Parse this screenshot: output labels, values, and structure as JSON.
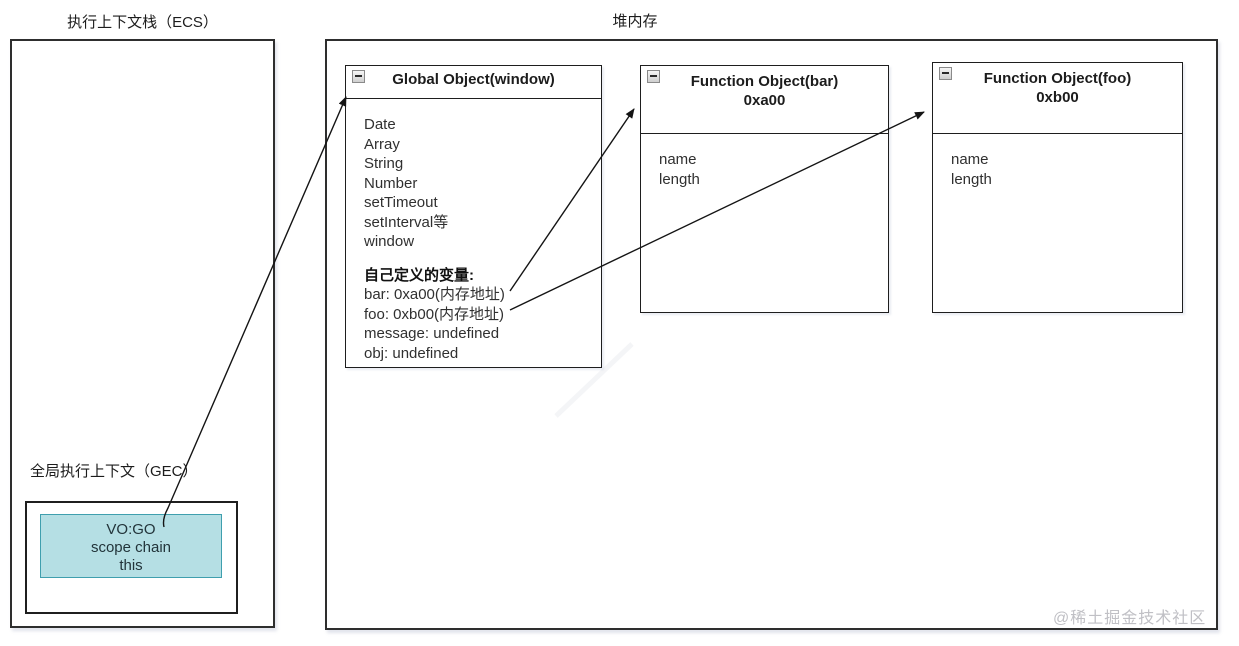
{
  "watermark": "@稀土掘金技术社区",
  "ecs": {
    "title": "执行上下文栈（ECS）",
    "gec_label": "全局执行上下文（GEC）",
    "vo_lines": [
      "VO:GO",
      "scope chain",
      "this"
    ]
  },
  "heap": {
    "title": "堆内存",
    "objects": [
      {
        "title": "Global Object(window)",
        "builtins": [
          "Date",
          "Array",
          "String",
          "Number",
          "setTimeout",
          "setInterval等",
          "window"
        ],
        "section_header": "自己定义的变量:",
        "variables": [
          "bar: 0xa00(内存地址)",
          "foo: 0xb00(内存地址)",
          "message: undefined",
          "obj: undefined"
        ]
      },
      {
        "title": "Function Object(bar)",
        "address": "0xa00",
        "props": [
          "name",
          "length"
        ]
      },
      {
        "title": "Function Object(foo)",
        "address": "0xb00",
        "props": [
          "name",
          "length"
        ]
      }
    ]
  },
  "colors": {
    "vo_fill": "#b5dfe4",
    "vo_border": "#3f9fae",
    "box_border": "#1e1e1e",
    "arrow": "#141414",
    "watermark": "#c0c0c5"
  }
}
